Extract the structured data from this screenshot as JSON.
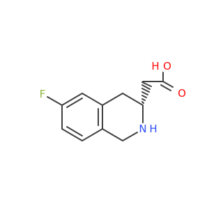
{
  "molecule": {
    "atoms": {
      "fluorine": {
        "label": "F",
        "color": "#8fb83c"
      },
      "hydroxyl_oxygen": {
        "label": "O",
        "color": "#ff0d0d"
      },
      "hydroxyl_hydrogen": {
        "label": "H",
        "color": "#ff0d0d"
      },
      "carbonyl_oxygen": {
        "label": "O",
        "color": "#ff0d0d"
      },
      "ring_nitrogen": {
        "label": "N",
        "color": "#3050f8"
      },
      "ring_nitrogen_hydrogen": {
        "label": "H",
        "color": "#3050f8"
      }
    },
    "bond_color": "#404040"
  }
}
